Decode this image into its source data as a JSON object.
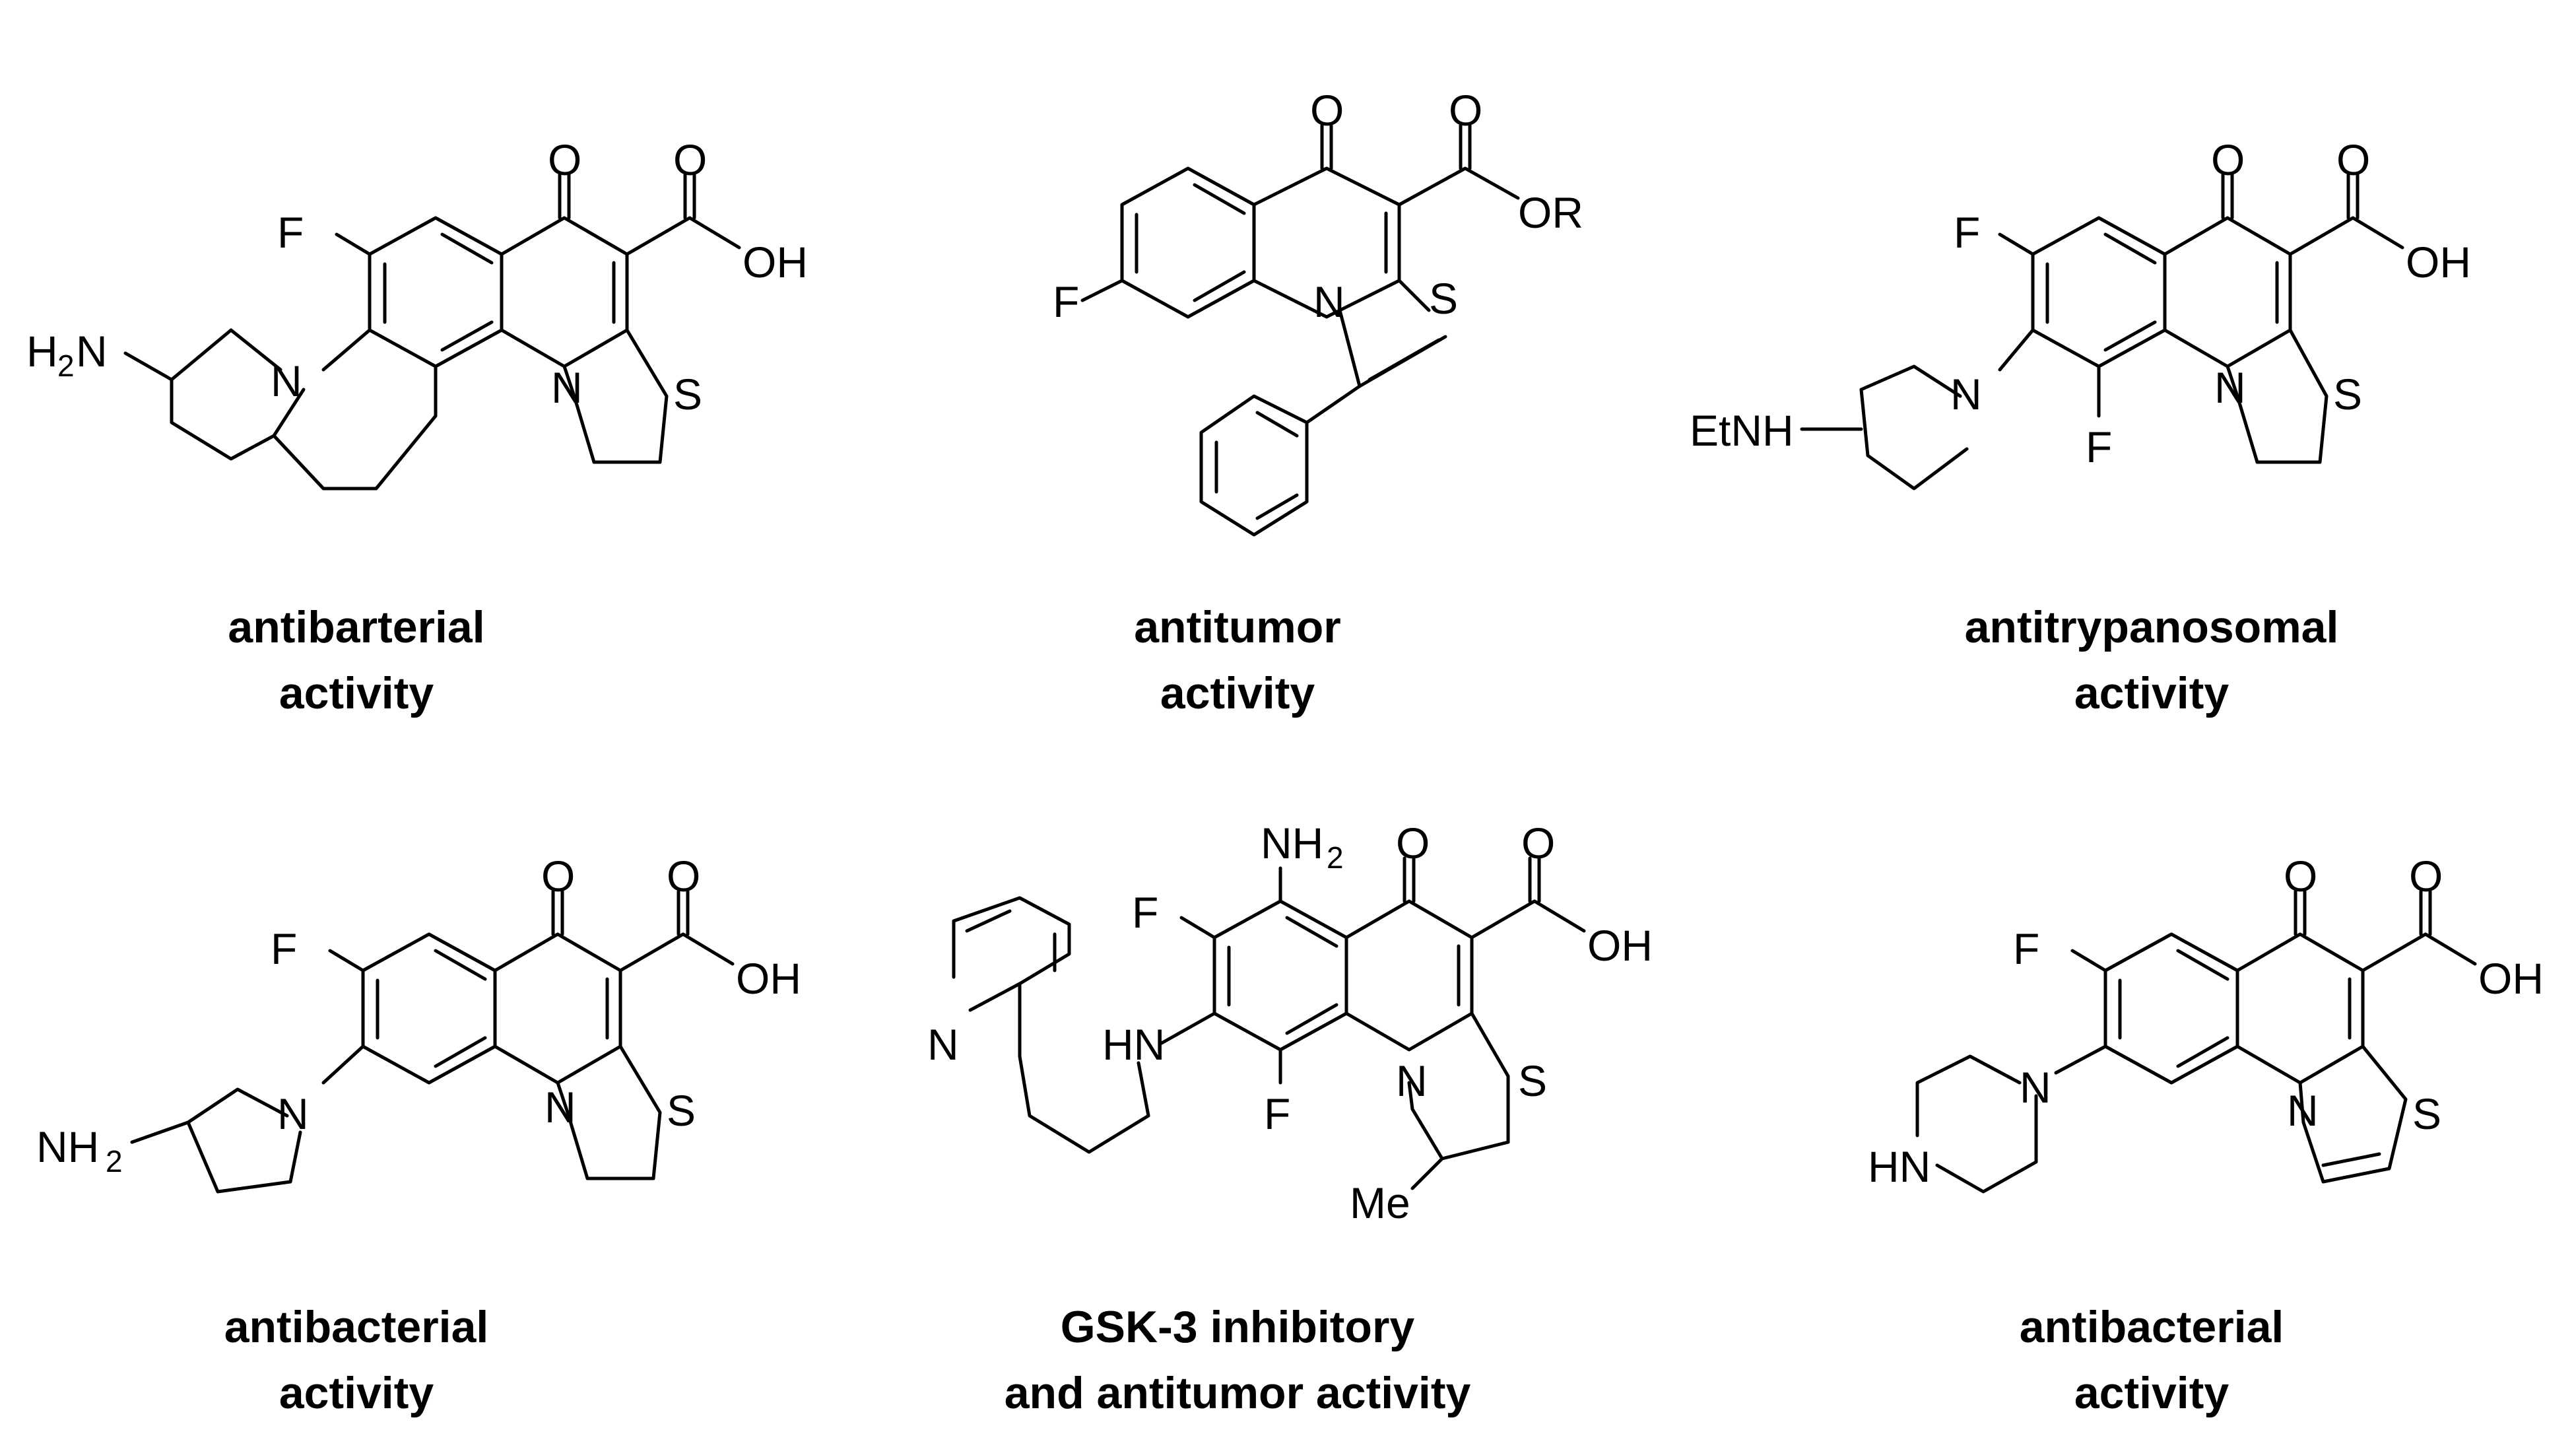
{
  "compounds": [
    {
      "caption": [
        "antibarterial",
        "activity"
      ],
      "labels": {
        "F": "F",
        "O1": "O",
        "O2": "O",
        "OH": "OH",
        "N1": "N",
        "N2": "N",
        "S": "S",
        "H2N_H": "H",
        "H2N_2": "2",
        "H2N_N": "N"
      }
    },
    {
      "caption": [
        "antitumor",
        "activity"
      ],
      "labels": {
        "F": "F",
        "O1": "O",
        "O2": "O",
        "OR": "OR",
        "N": "N",
        "S": "S"
      }
    },
    {
      "caption": [
        "antitrypanosomal",
        "activity"
      ],
      "labels": {
        "F1": "F",
        "F2": "F",
        "O1": "O",
        "O2": "O",
        "OH": "OH",
        "N1": "N",
        "N2": "N",
        "S": "S",
        "EtNH": "EtNH"
      }
    },
    {
      "caption": [
        "antibacterial",
        "activity"
      ],
      "labels": {
        "F": "F",
        "O1": "O",
        "O2": "O",
        "OH": "OH",
        "N1": "N",
        "N2": "N",
        "S": "S",
        "NH": "NH",
        "sub2": "2"
      }
    },
    {
      "caption": [
        "GSK-3 inhibitory",
        "and antitumor activity"
      ],
      "labels": {
        "F1": "F",
        "F2": "F",
        "O1": "O",
        "O2": "O",
        "OH": "OH",
        "N": "N",
        "S": "S",
        "NH": "NH",
        "sub2": "2",
        "HN": "HN",
        "Npy": "N",
        "Me": "Me"
      }
    },
    {
      "caption": [
        "antibacterial",
        "activity"
      ],
      "labels": {
        "F": "F",
        "O1": "O",
        "O2": "O",
        "OH": "OH",
        "N1": "N",
        "N2": "N",
        "S": "S",
        "HN": "HN"
      }
    }
  ]
}
